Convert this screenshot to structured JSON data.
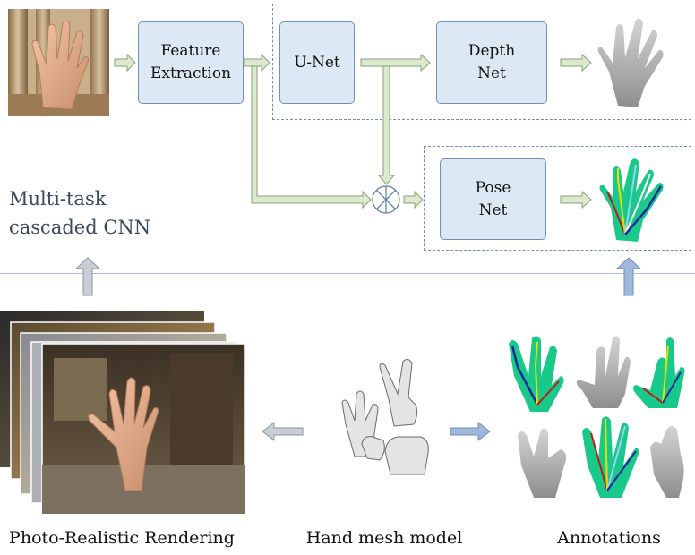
{
  "boxes": {
    "feature_extraction": "Feature\nExtraction",
    "unet": "U-Net",
    "depth_net": "Depth\nNet",
    "pose_net": "Pose\nNet"
  },
  "side_label": "Multi-task\ncascaded CNN",
  "captions": {
    "rendering": "Photo-Realistic Rendering",
    "mesh": "Hand mesh model",
    "annotations": "Annotations"
  },
  "colors": {
    "box_fill": "#dde8f5",
    "box_border": "#6f8fb3",
    "arrow_green": "#dbe9cf",
    "arrow_blue": "#9fb8db",
    "arrow_gray": "#c9ced6",
    "divider": "#a9c0d8",
    "hand_green": "#19c98a"
  },
  "icons": [
    "circled-multiply-icon",
    "hand-photo",
    "depth-map-hand",
    "pose-skeleton-hand",
    "mesh-hand"
  ]
}
